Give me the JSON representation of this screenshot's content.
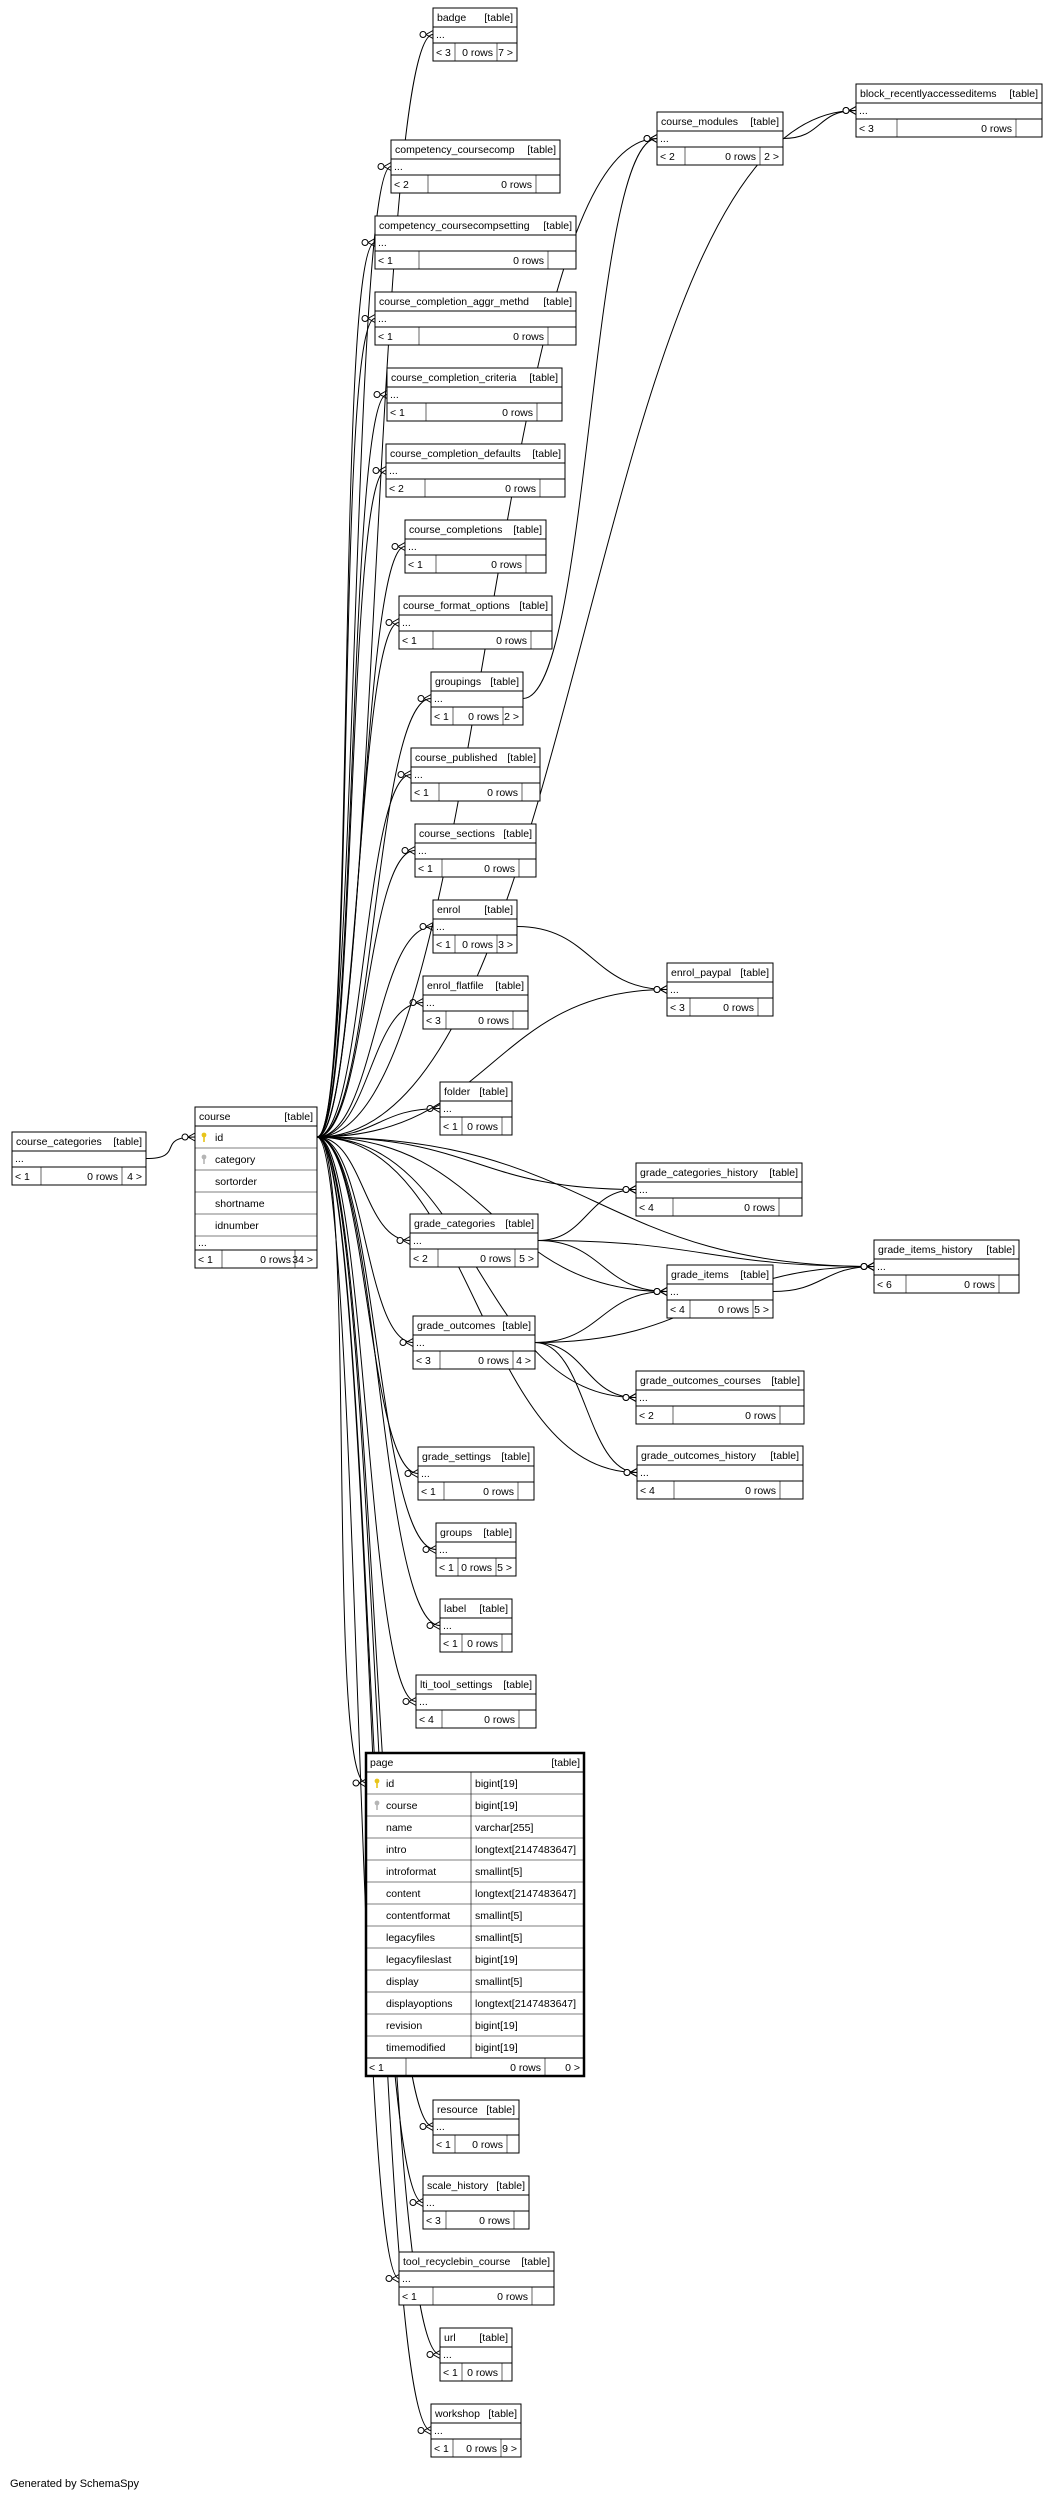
{
  "footer": "Generated by SchemaSpy",
  "kind_label": "[table]",
  "ellipsis": "...",
  "rows_label": "0 rows",
  "tables": {
    "course_categories": {
      "name": "course_categories",
      "parents": "< 1",
      "children": "4 >"
    },
    "course": {
      "name": "course",
      "parents": "< 1",
      "children": "34 >",
      "columns": [
        {
          "name": "id",
          "key": "pk"
        },
        {
          "name": "category",
          "key": "fk"
        },
        {
          "name": "sortorder"
        },
        {
          "name": "shortname"
        },
        {
          "name": "idnumber"
        }
      ]
    },
    "badge": {
      "name": "badge",
      "parents": "< 3",
      "children": "7 >"
    },
    "block_recentlyaccesseditems": {
      "name": "block_recentlyaccesseditems",
      "parents": "< 3",
      "children": ""
    },
    "course_modules": {
      "name": "course_modules",
      "parents": "< 2",
      "children": "2 >"
    },
    "competency_coursecomp": {
      "name": "competency_coursecomp",
      "parents": "< 2",
      "children": ""
    },
    "competency_coursecompsetting": {
      "name": "competency_coursecompsetting",
      "parents": "< 1",
      "children": ""
    },
    "course_completion_aggr_methd": {
      "name": "course_completion_aggr_methd",
      "parents": "< 1",
      "children": ""
    },
    "course_completion_criteria": {
      "name": "course_completion_criteria",
      "parents": "< 1",
      "children": ""
    },
    "course_completion_defaults": {
      "name": "course_completion_defaults",
      "parents": "< 2",
      "children": ""
    },
    "course_completions": {
      "name": "course_completions",
      "parents": "< 1",
      "children": ""
    },
    "course_format_options": {
      "name": "course_format_options",
      "parents": "< 1",
      "children": ""
    },
    "groupings": {
      "name": "groupings",
      "parents": "< 1",
      "children": "2 >"
    },
    "course_published": {
      "name": "course_published",
      "parents": "< 1",
      "children": ""
    },
    "course_sections": {
      "name": "course_sections",
      "parents": "< 1",
      "children": ""
    },
    "enrol": {
      "name": "enrol",
      "parents": "< 1",
      "children": "3 >"
    },
    "enrol_flatfile": {
      "name": "enrol_flatfile",
      "parents": "< 3",
      "children": ""
    },
    "enrol_paypal": {
      "name": "enrol_paypal",
      "parents": "< 3",
      "children": ""
    },
    "folder": {
      "name": "folder",
      "parents": "< 1",
      "children": ""
    },
    "grade_categories_history": {
      "name": "grade_categories_history",
      "parents": "< 4",
      "children": ""
    },
    "grade_categories": {
      "name": "grade_categories",
      "parents": "< 2",
      "children": "5 >"
    },
    "grade_items_history": {
      "name": "grade_items_history",
      "parents": "< 6",
      "children": ""
    },
    "grade_items": {
      "name": "grade_items",
      "parents": "< 4",
      "children": "5 >"
    },
    "grade_outcomes": {
      "name": "grade_outcomes",
      "parents": "< 3",
      "children": "4 >"
    },
    "grade_outcomes_courses": {
      "name": "grade_outcomes_courses",
      "parents": "< 2",
      "children": ""
    },
    "grade_outcomes_history": {
      "name": "grade_outcomes_history",
      "parents": "< 4",
      "children": ""
    },
    "grade_settings": {
      "name": "grade_settings",
      "parents": "< 1",
      "children": ""
    },
    "groups": {
      "name": "groups",
      "parents": "< 1",
      "children": "5 >"
    },
    "label": {
      "name": "label",
      "parents": "< 1",
      "children": ""
    },
    "lti_tool_settings": {
      "name": "lti_tool_settings",
      "parents": "< 4",
      "children": ""
    },
    "page": {
      "name": "page",
      "parents": "< 1",
      "children": "0 >",
      "columns": [
        {
          "name": "id",
          "type": "bigint[19]",
          "key": "pk"
        },
        {
          "name": "course",
          "type": "bigint[19]",
          "key": "fk"
        },
        {
          "name": "name",
          "type": "varchar[255]"
        },
        {
          "name": "intro",
          "type": "longtext[2147483647]"
        },
        {
          "name": "introformat",
          "type": "smallint[5]"
        },
        {
          "name": "content",
          "type": "longtext[2147483647]"
        },
        {
          "name": "contentformat",
          "type": "smallint[5]"
        },
        {
          "name": "legacyfiles",
          "type": "smallint[5]"
        },
        {
          "name": "legacyfileslast",
          "type": "bigint[19]"
        },
        {
          "name": "display",
          "type": "smallint[5]"
        },
        {
          "name": "displayoptions",
          "type": "longtext[2147483647]"
        },
        {
          "name": "revision",
          "type": "bigint[19]"
        },
        {
          "name": "timemodified",
          "type": "bigint[19]"
        }
      ]
    },
    "resource": {
      "name": "resource",
      "parents": "< 1",
      "children": ""
    },
    "scale_history": {
      "name": "scale_history",
      "parents": "< 3",
      "children": ""
    },
    "tool_recyclebin_course": {
      "name": "tool_recyclebin_course",
      "parents": "< 1",
      "children": ""
    },
    "url": {
      "name": "url",
      "parents": "< 1",
      "children": ""
    },
    "workshop": {
      "name": "workshop",
      "parents": "< 1",
      "children": "9 >"
    }
  },
  "relationships": [
    [
      "course",
      "course_categories"
    ],
    [
      "badge",
      "course"
    ],
    [
      "competency_coursecomp",
      "course"
    ],
    [
      "competency_coursecompsetting",
      "course"
    ],
    [
      "course_completion_aggr_methd",
      "course"
    ],
    [
      "course_completion_criteria",
      "course"
    ],
    [
      "course_completion_defaults",
      "course"
    ],
    [
      "course_completions",
      "course"
    ],
    [
      "course_format_options",
      "course"
    ],
    [
      "groupings",
      "course"
    ],
    [
      "course_published",
      "course"
    ],
    [
      "course_sections",
      "course"
    ],
    [
      "enrol",
      "course"
    ],
    [
      "enrol_flatfile",
      "course"
    ],
    [
      "folder",
      "course"
    ],
    [
      "grade_categories",
      "course"
    ],
    [
      "grade_outcomes",
      "course"
    ],
    [
      "grade_settings",
      "course"
    ],
    [
      "groups",
      "course"
    ],
    [
      "label",
      "course"
    ],
    [
      "lti_tool_settings",
      "course"
    ],
    [
      "page",
      "course"
    ],
    [
      "resource",
      "course"
    ],
    [
      "scale_history",
      "course"
    ],
    [
      "tool_recyclebin_course",
      "course"
    ],
    [
      "url",
      "course"
    ],
    [
      "workshop",
      "course"
    ],
    [
      "course_modules",
      "course"
    ],
    [
      "block_recentlyaccesseditems",
      "course"
    ],
    [
      "block_recentlyaccesseditems",
      "course_modules"
    ],
    [
      "course_modules",
      "groupings"
    ],
    [
      "enrol_paypal",
      "course"
    ],
    [
      "enrol_paypal",
      "enrol"
    ],
    [
      "grade_categories_history",
      "course"
    ],
    [
      "grade_categories_history",
      "grade_categories"
    ],
    [
      "grade_items",
      "course"
    ],
    [
      "grade_items",
      "grade_categories"
    ],
    [
      "grade_items",
      "grade_outcomes"
    ],
    [
      "grade_items_history",
      "course"
    ],
    [
      "grade_items_history",
      "grade_categories"
    ],
    [
      "grade_items_history",
      "grade_outcomes"
    ],
    [
      "grade_items_history",
      "grade_items"
    ],
    [
      "grade_outcomes_courses",
      "course"
    ],
    [
      "grade_outcomes_courses",
      "grade_outcomes"
    ],
    [
      "grade_outcomes_history",
      "course"
    ],
    [
      "grade_outcomes_history",
      "grade_outcomes"
    ]
  ]
}
